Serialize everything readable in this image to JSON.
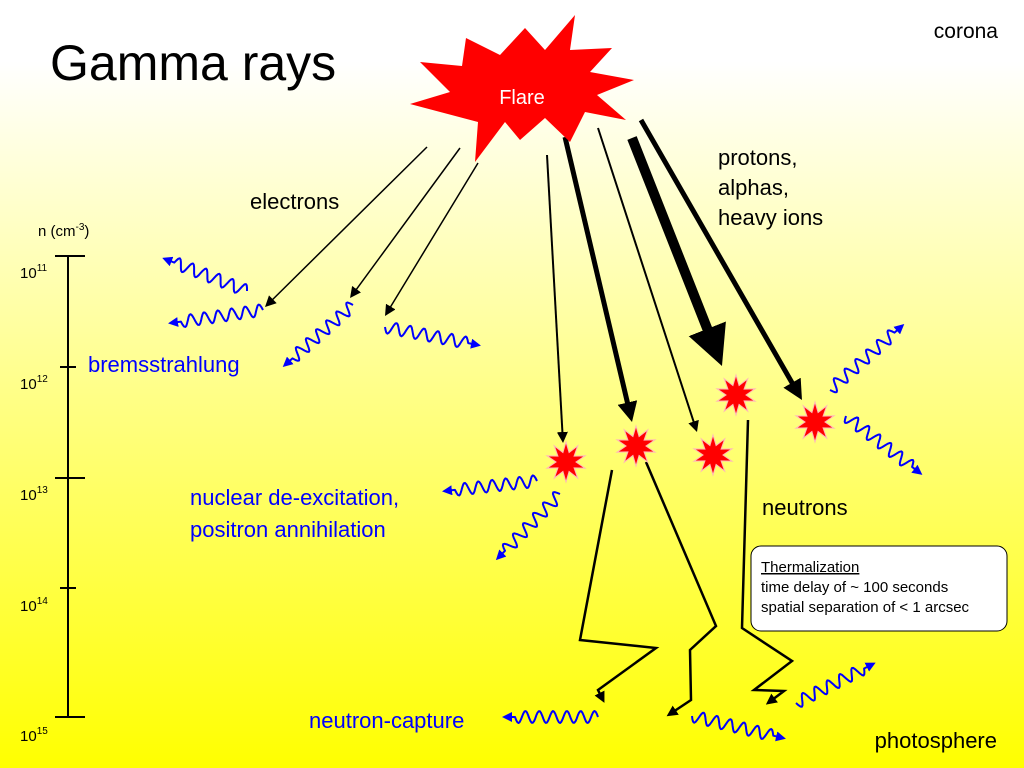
{
  "slide": {
    "title": "Gamma rays",
    "corona_label": "corona",
    "photosphere_label": "photosphere"
  },
  "flare": {
    "label": "Flare"
  },
  "particles": {
    "electrons_label": "electrons",
    "ions_label_lines": [
      "protons,",
      "alphas,",
      "heavy ions"
    ],
    "neutrons_label": "neutrons"
  },
  "density_axis": {
    "label_prefix": "n (cm",
    "label_sup": "-3",
    "label_suffix": ")",
    "ticks": [
      {
        "base": "10",
        "exp": "11"
      },
      {
        "base": "10",
        "exp": "12"
      },
      {
        "base": "10",
        "exp": "13"
      },
      {
        "base": "10",
        "exp": "14"
      },
      {
        "base": "10",
        "exp": "15"
      }
    ]
  },
  "processes": {
    "bremsstrahlung": "bremsstrahlung",
    "nuclear_lines": [
      "nuclear de-excitation,",
      "positron annihilation"
    ],
    "neutron_capture": "neutron-capture"
  },
  "thermalization_box": {
    "title": "Thermalization",
    "lines": [
      "time delay of ~ 100 seconds",
      "spatial separation of < 1 arcsec"
    ]
  },
  "colors": {
    "background_top": "#ffffff",
    "background_bottom": "#ffff00",
    "gamma_rays": "#0000ff",
    "particle_paths": "#000000",
    "interactions": "#ff0000",
    "flare": "#ff0000",
    "flare_text": "#ffffff",
    "process_text": "#0000ff"
  }
}
